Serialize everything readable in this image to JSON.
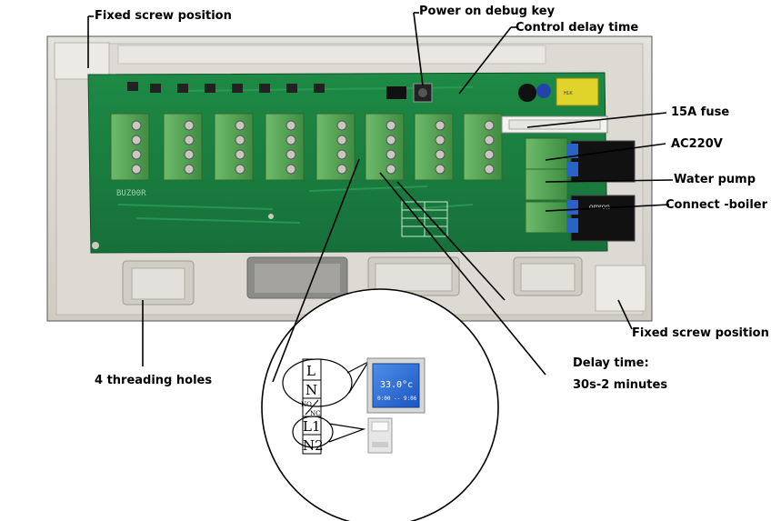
{
  "labels": {
    "fixed_screw_top": "Fixed screw position",
    "power_on_debug_key": "Power on debug key",
    "control_delay_time": "Control delay time",
    "fuse": "15A fuse",
    "ac220v": "AC220V",
    "water_pump": "Water pump",
    "connect_boiler": "Connect -boiler",
    "fixed_screw_bottom": "Fixed screw position",
    "threading_holes": "4 threading holes",
    "delay_time_title": "Delay time:",
    "delay_time_range": "30s-2 minutes"
  },
  "terminal_labels": {
    "L": "L",
    "N": "N",
    "NO": "NO",
    "NC": "NC",
    "L1": "L1",
    "N2": "N2"
  },
  "thermostat": {
    "temp": "33.0°c",
    "time": "0:00 -- 9:06"
  },
  "board": {
    "model_marking": "BUZ00R",
    "relay_brand": "omron"
  },
  "colors": {
    "pcb": "#1f7f3f",
    "terminal": "#5aa45a",
    "housing": "#d7d5cf",
    "relay": "#2a63c7"
  }
}
